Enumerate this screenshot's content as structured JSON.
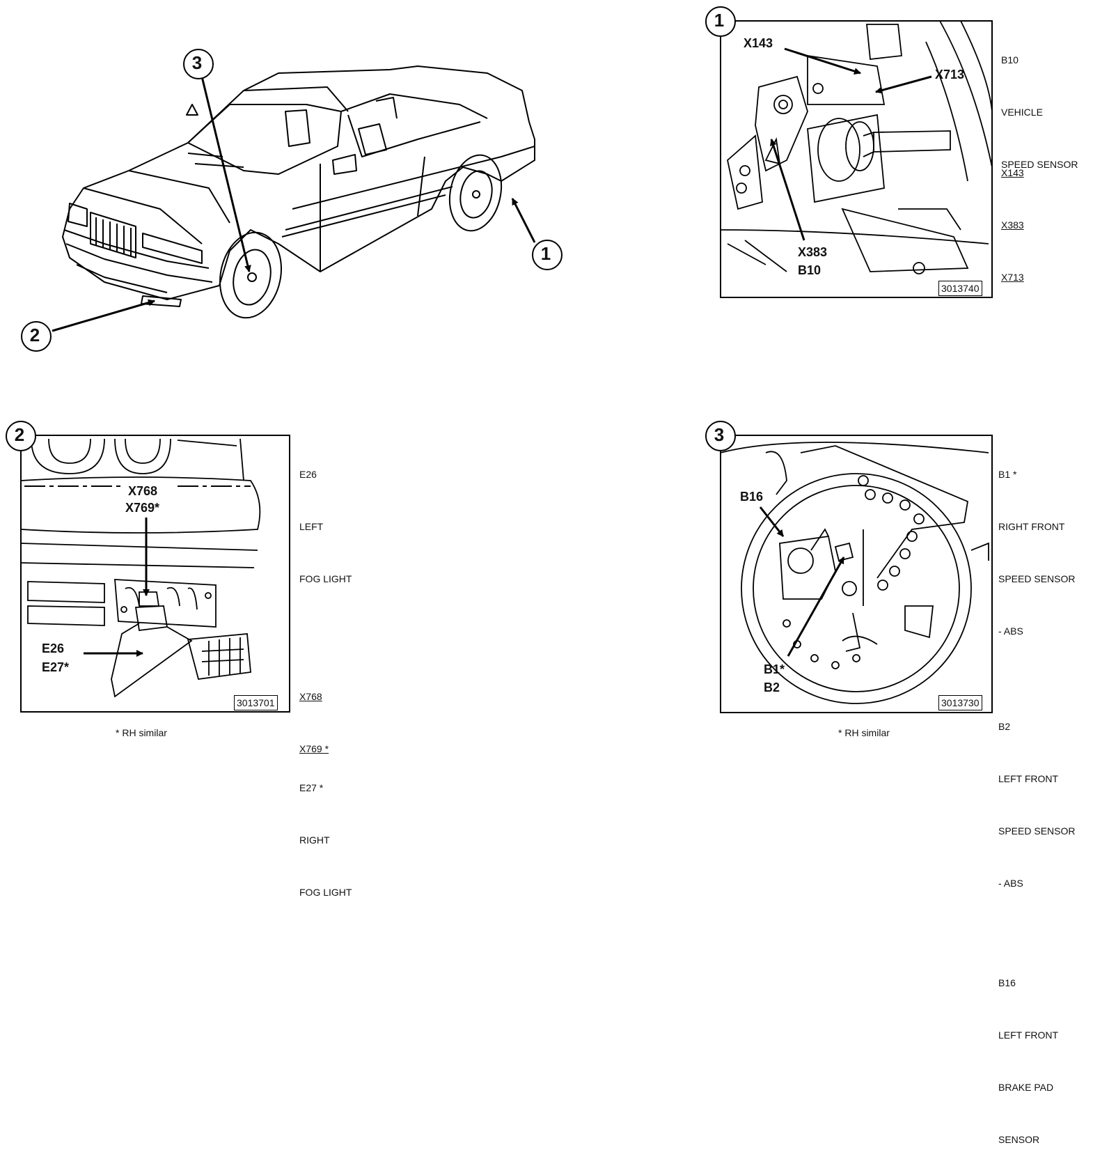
{
  "overview": {
    "callout_1": "1",
    "callout_2": "2",
    "callout_3": "3"
  },
  "panel1": {
    "badge": "1",
    "labels": {
      "x143": "X143",
      "x713": "X713",
      "x383": "X383",
      "b10": "B10"
    },
    "legend": [
      "B10",
      "VEHICLE",
      "SPEED SENSOR"
    ],
    "connectors": [
      "X143",
      "X383",
      "X713"
    ],
    "figure_number": "3013740"
  },
  "panel2": {
    "badge": "2",
    "labels": {
      "x768": "X768",
      "x769": "X769*",
      "e26": "E26",
      "e27": "E27*"
    },
    "legend": [
      "E26",
      "LEFT",
      "FOG LIGHT",
      "",
      "",
      "",
      "E27 *",
      "RIGHT",
      "FOG LIGHT"
    ],
    "connectors": [
      "X768",
      "X769 *"
    ],
    "figure_number": "3013701",
    "note": "* RH similar"
  },
  "panel3": {
    "badge": "3",
    "labels": {
      "b16": "B16",
      "b1": "B1*",
      "b2": "B2"
    },
    "legend": [
      "B1 *",
      "RIGHT FRONT",
      "SPEED SENSOR",
      "- ABS",
      "",
      "B2",
      "LEFT FRONT",
      "SPEED SENSOR",
      "- ABS",
      "",
      "B16",
      "LEFT FRONT",
      "BRAKE PAD",
      "SENSOR"
    ],
    "figure_number": "3013730",
    "note": "* RH similar"
  }
}
